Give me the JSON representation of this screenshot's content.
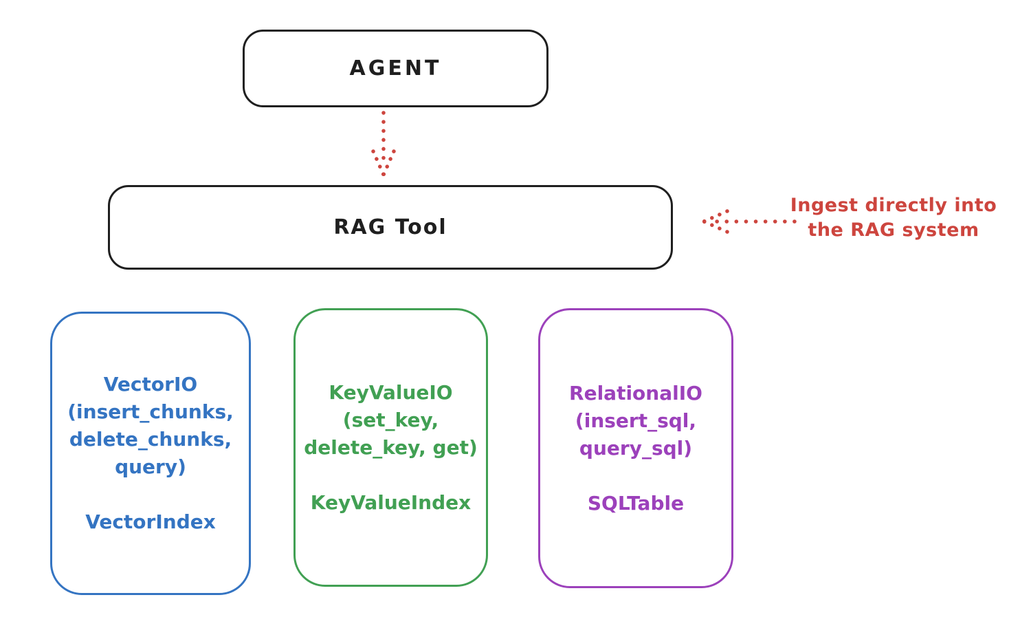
{
  "diagram": {
    "agent_box": {
      "label": "AGENT"
    },
    "rag_tool_box": {
      "label": "RAG Tool"
    },
    "annotation": {
      "text": "Ingest directly into\nthe RAG system"
    },
    "arrows": [
      {
        "name": "agent-to-rag-tool",
        "style": "dotted",
        "direction": "down",
        "color": "#cd453e"
      },
      {
        "name": "annotation-to-rag-tool",
        "style": "dotted",
        "direction": "left",
        "color": "#cd453e"
      }
    ],
    "backend_boxes": [
      {
        "name": "vector-io",
        "io_label": "VectorIO\n(insert_chunks,\ndelete_chunks,\nquery)",
        "index_label": "VectorIndex",
        "color": "#3474c2"
      },
      {
        "name": "key-value-io",
        "io_label": "KeyValueIO\n(set_key,\ndelete_key, get)",
        "index_label": "KeyValueIndex",
        "color": "#41a053"
      },
      {
        "name": "relational-io",
        "io_label": "RelationalIO\n(insert_sql,\nquery_sql)",
        "index_label": "SQLTable",
        "color": "#9c41bb"
      }
    ],
    "colors": {
      "stroke": "#1f1f1f",
      "red": "#cd453e",
      "blue": "#3474c2",
      "green": "#41a053",
      "purple": "#9c41bb",
      "background": "#ffffff"
    }
  }
}
